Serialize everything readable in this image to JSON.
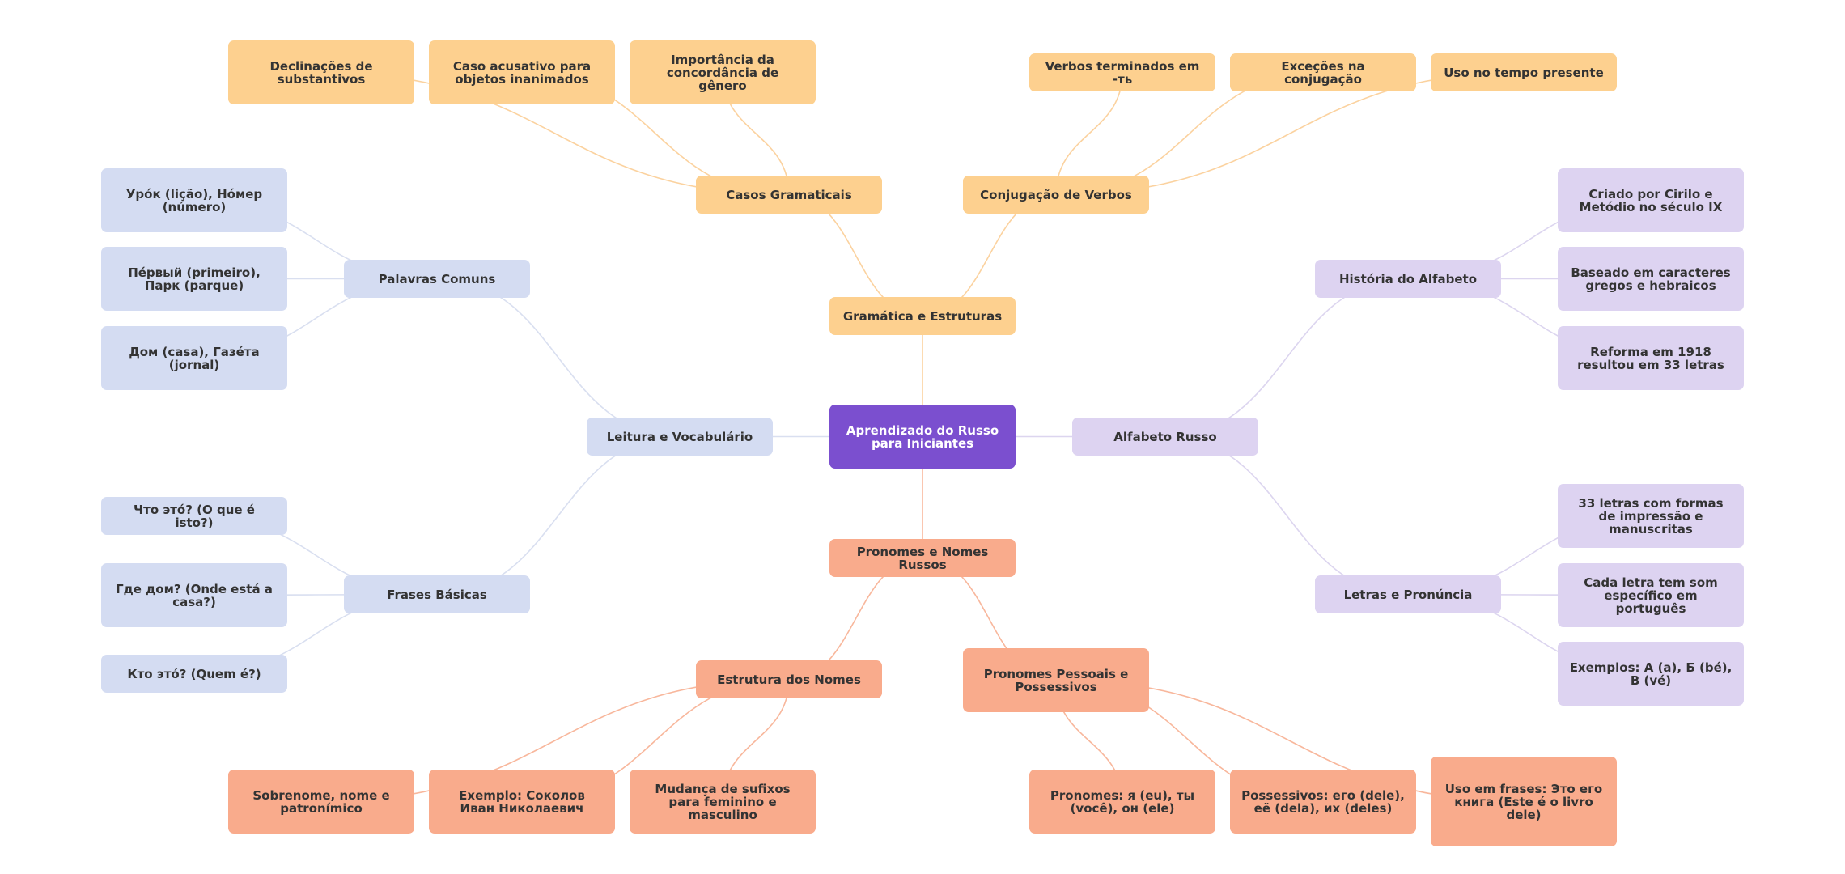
{
  "colors": {
    "root": "#7b4fcf",
    "gramatica": "#fdd08f",
    "leitura": "#d4dcf2",
    "alfabeto": "#ddd3f1",
    "pronomes": "#f9ab8c",
    "link_gramatica": "#fbd29f",
    "link_leitura": "#d9dff0",
    "link_alfabeto": "#dcd5ef",
    "link_pronomes": "#f8b79c"
  },
  "mindmap": {
    "root": "Aprendizado do Russo para Iniciantes",
    "gramatica": {
      "label": "Gramática e Estruturas",
      "casos": {
        "label": "Casos Gramaticais",
        "items": [
          "Declinações de substantivos",
          "Caso acusativo para objetos inanimados",
          "Importância da concordância de gênero"
        ]
      },
      "conjugacao": {
        "label": "Conjugação de Verbos",
        "items": [
          "Verbos terminados em -ть",
          "Exceções na conjugação",
          "Uso no tempo presente"
        ]
      }
    },
    "leitura": {
      "label": "Leitura e Vocabulário",
      "palavras": {
        "label": "Palavras Comuns",
        "items": [
          "Уро́к (lição), Но́мер (número)",
          "Пе́рвый (primeiro), Парк (parque)",
          "Дом (casa), Газе́та (jornal)"
        ]
      },
      "frases": {
        "label": "Frases Básicas",
        "items": [
          "Что это́? (O que é isto?)",
          "Где дом? (Onde está a casa?)",
          "Кто это́? (Quem é?)"
        ]
      }
    },
    "alfabeto": {
      "label": "Alfabeto Russo",
      "historia": {
        "label": "História do Alfabeto",
        "items": [
          "Criado por Cirilo e Metódio no século IX",
          "Baseado em caracteres gregos e hebraicos",
          "Reforma em 1918 resultou em 33 letras"
        ]
      },
      "letras": {
        "label": "Letras e Pronúncia",
        "items": [
          "33 letras com formas de impressão e manuscritas",
          "Cada letra tem som específico em português",
          "Exemplos: А (a), Б (bé), В (vé)"
        ]
      }
    },
    "pronomes": {
      "label": "Pronomes e Nomes Russos",
      "estrutura": {
        "label": "Estrutura dos Nomes",
        "items": [
          "Sobrenome, nome e patronímico",
          "Exemplo: Соколов Иван Николаевич",
          "Mudança de sufixos para feminino e masculino"
        ]
      },
      "pessoais": {
        "label": "Pronomes Pessoais e Possessivos",
        "items": [
          "Pronomes: я (eu), ты (você), он (ele)",
          "Possessivos: его (dele), её (dela), их (deles)",
          "Uso em frases: Это его книга (Este é o livro dele)"
        ]
      }
    }
  }
}
